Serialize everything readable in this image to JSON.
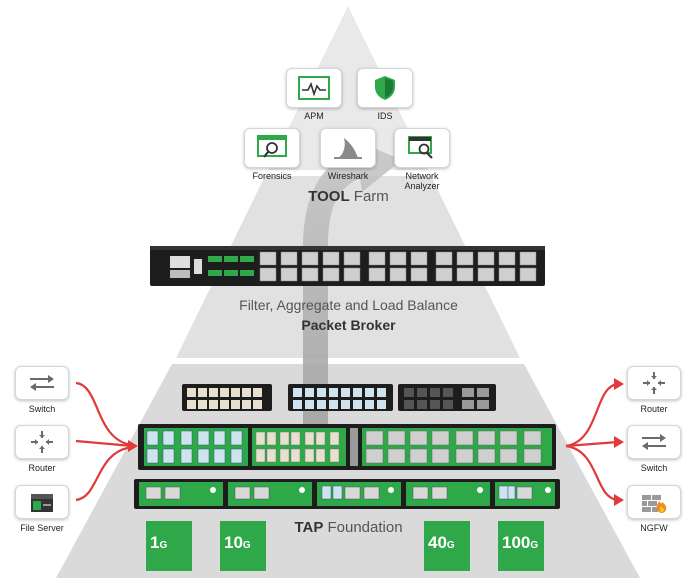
{
  "tool_farm": {
    "tools": [
      {
        "label": "APM",
        "icon": "apm-chart-icon"
      },
      {
        "label": "IDS",
        "icon": "shield-icon"
      },
      {
        "label": "Forensics",
        "icon": "magnifier-window-icon"
      },
      {
        "label": "Wireshark",
        "icon": "shark-fin-icon"
      },
      {
        "label": "Network\nAnalyzer",
        "icon": "network-analyzer-icon"
      }
    ],
    "title_bold": "TOOL",
    "title_rest": " Farm"
  },
  "packet_broker": {
    "line1": "Filter, Aggregate and Load Balance",
    "line2": "Packet Broker"
  },
  "tap_foundation": {
    "title_bold": "TAP",
    "title_rest": " Foundation",
    "speeds": [
      {
        "value": "1",
        "unit": "G"
      },
      {
        "value": "10",
        "unit": "G"
      },
      {
        "value": "40",
        "unit": "G"
      },
      {
        "value": "100",
        "unit": "G"
      }
    ]
  },
  "left_devices": [
    {
      "label": "Switch",
      "icon": "switch-icon"
    },
    {
      "label": "Router",
      "icon": "router-icon"
    },
    {
      "label": "File Server",
      "icon": "file-server-icon"
    }
  ],
  "right_devices": [
    {
      "label": "Router",
      "icon": "router-icon"
    },
    {
      "label": "Switch",
      "icon": "switch-icon"
    },
    {
      "label": "NGFW",
      "icon": "firewall-icon"
    }
  ],
  "colors": {
    "accent_green": "#2fa84a",
    "arrow_red": "#e03a3a",
    "pyramid_gray": "#dcdcdc",
    "device_dark": "#222222"
  }
}
